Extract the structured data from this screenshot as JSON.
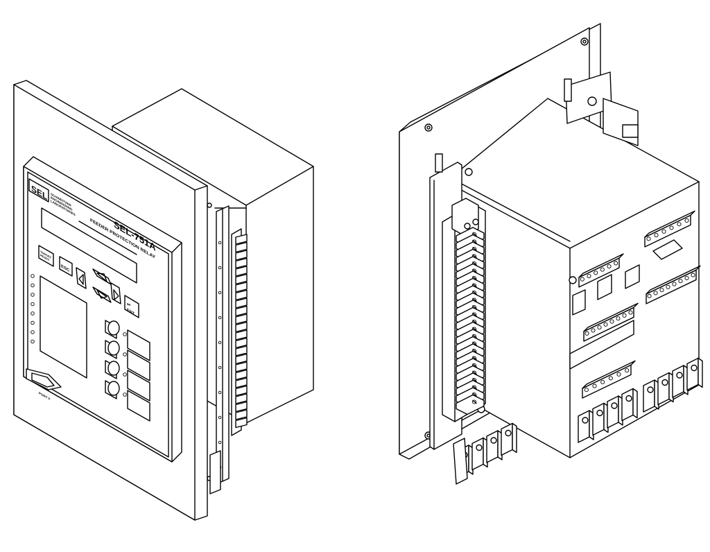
{
  "front_view": {
    "logo": "SEL",
    "company_lines": [
      "SCHWEITZER",
      "ENGINEERING",
      "LABORATORIES"
    ],
    "model": "SEL-751A",
    "product": "FEEDER PROTECTION RELAY",
    "buttons": {
      "target_reset": [
        "TARGET",
        "RESET"
      ],
      "esc": "ESC",
      "ent": "ENT"
    },
    "port_label": "PORT F",
    "led_count": 8,
    "pushbutton_count": 4
  },
  "rear_view": {
    "terminal_block_positions": 24
  },
  "colors": {
    "line": "#000000",
    "fill": "#ffffff"
  }
}
